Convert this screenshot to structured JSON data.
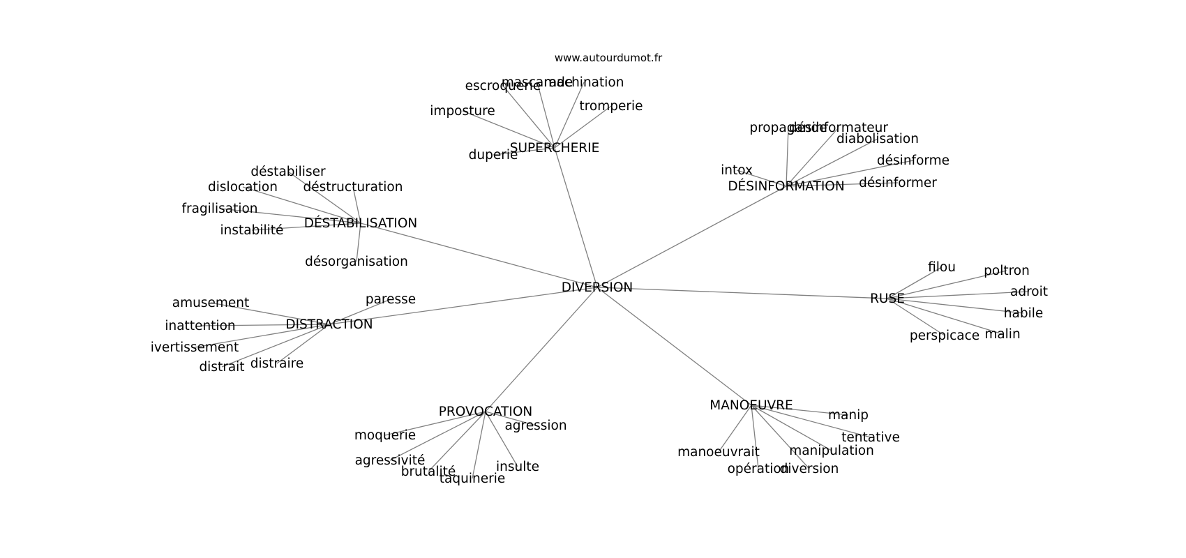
{
  "source": "www.autourdumot.fr",
  "center": "DIVERSION",
  "groups": [
    {
      "id": "supercherie",
      "label": "SUPERCHERIE",
      "leaves": [
        "escroquerie",
        "mascarade",
        "machination",
        "tromperie",
        "imposture",
        "duperie"
      ]
    },
    {
      "id": "desinformation",
      "label": "DÉSINFORMATION",
      "leaves": [
        "propagande",
        "désinformateur",
        "diabolisation",
        "désinforme",
        "intox",
        "désinformer"
      ]
    },
    {
      "id": "destabilisation",
      "label": "DÉSTABILISATION",
      "leaves": [
        "déstabiliser",
        "dislocation",
        "déstructuration",
        "fragilisation",
        "instabilité",
        "désorganisation"
      ]
    },
    {
      "id": "ruse",
      "label": "RUSE",
      "leaves": [
        "filou",
        "poltron",
        "adroit",
        "habile",
        "perspicace",
        "malin"
      ]
    },
    {
      "id": "distraction",
      "label": "DISTRACTION",
      "leaves": [
        "paresse",
        "amusement",
        "inattention",
        "ivertissement",
        "distrait",
        "distraire"
      ]
    },
    {
      "id": "provocation",
      "label": "PROVOCATION",
      "leaves": [
        "agression",
        "moquerie",
        "agressivité",
        "brutalité",
        "taquinerie",
        "insulte"
      ]
    },
    {
      "id": "manoeuvre",
      "label": "MANOEUVRE",
      "leaves": [
        "manip",
        "tentative",
        "manipulation",
        "manoeuvrait",
        "opération",
        "diversion"
      ]
    }
  ]
}
